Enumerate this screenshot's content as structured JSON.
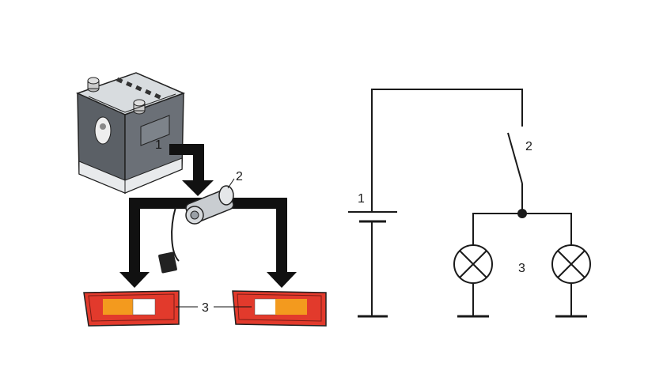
{
  "pictorial": {
    "battery_label": "1",
    "switch_label": "2",
    "lamp_label": "3"
  },
  "schematic": {
    "battery_label": "1",
    "switch_label": "2",
    "lamps_label": "3"
  },
  "colors": {
    "lamp_red": "#e23a2c",
    "lamp_amber": "#f39a1e",
    "lamp_white": "#ffffff",
    "arrow": "#111111",
    "battery_body": "#5b6066",
    "wire": "#1a1a1a"
  }
}
